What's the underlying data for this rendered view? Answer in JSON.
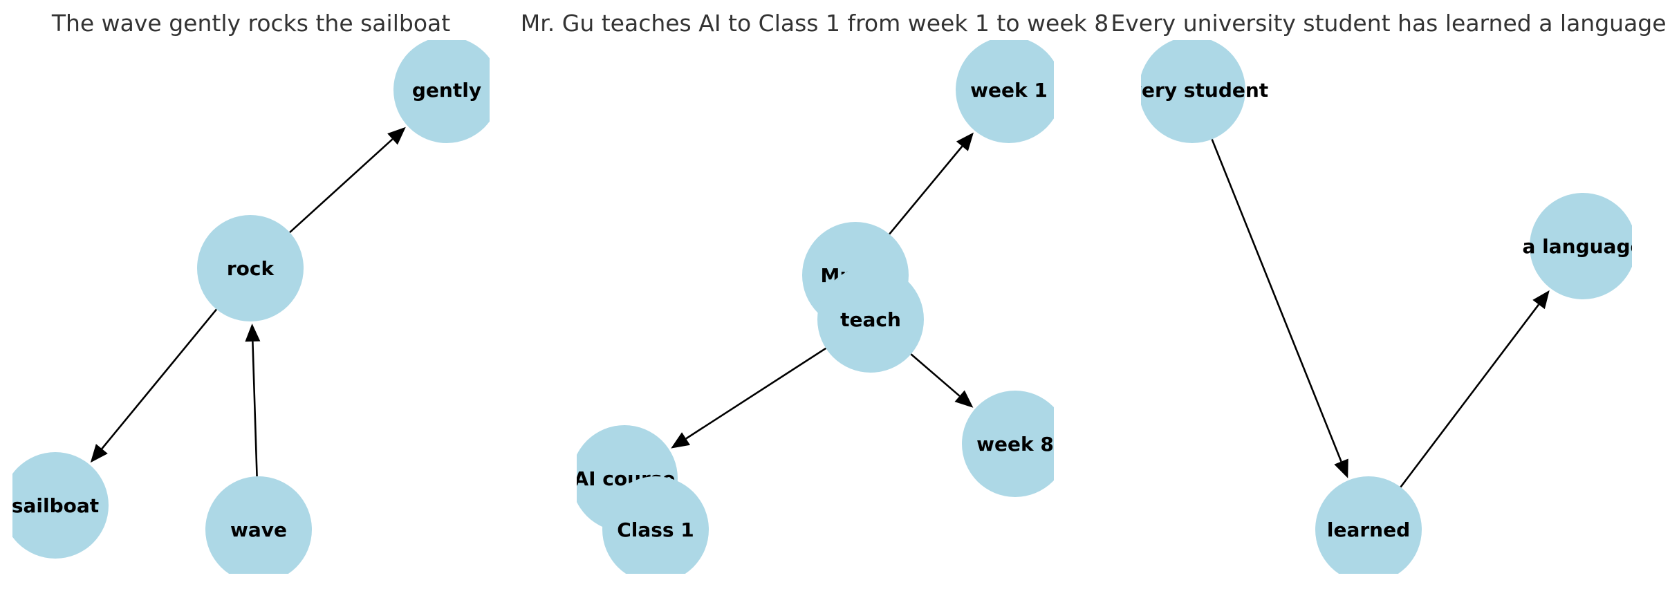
{
  "node_color": "#add8e6",
  "panels": [
    {
      "title": "The wave gently rocks the sailboat",
      "nodes": [
        {
          "id": "gently",
          "label": "gently"
        },
        {
          "id": "rock",
          "label": "rock"
        },
        {
          "id": "sailboat",
          "label": "sailboat"
        },
        {
          "id": "wave",
          "label": "wave"
        }
      ],
      "edges": [
        {
          "from": "rock",
          "to": "gently"
        },
        {
          "from": "rock",
          "to": "sailboat"
        },
        {
          "from": "wave",
          "to": "rock"
        }
      ]
    },
    {
      "title": "Mr. Gu teaches AI to Class 1 from week 1 to week 8",
      "nodes": [
        {
          "id": "week1",
          "label": "week 1"
        },
        {
          "id": "mrgu",
          "label": "Mr. Gu"
        },
        {
          "id": "teach",
          "label": "teach"
        },
        {
          "id": "week8",
          "label": "week 8"
        },
        {
          "id": "aicourse",
          "label": "AI course"
        },
        {
          "id": "class1",
          "label": "Class 1"
        }
      ],
      "edges": [
        {
          "from": "mrgu",
          "to": "week1"
        },
        {
          "from": "teach",
          "to": "week8"
        },
        {
          "from": "teach",
          "to": "aicourse"
        }
      ]
    },
    {
      "title": "Every university student has learned a language",
      "nodes": [
        {
          "id": "everystudent",
          "label": "every student"
        },
        {
          "id": "alanguage",
          "label": "a language"
        },
        {
          "id": "learned",
          "label": "learned"
        }
      ],
      "edges": [
        {
          "from": "everystudent",
          "to": "learned"
        },
        {
          "from": "learned",
          "to": "alanguage"
        }
      ]
    }
  ]
}
